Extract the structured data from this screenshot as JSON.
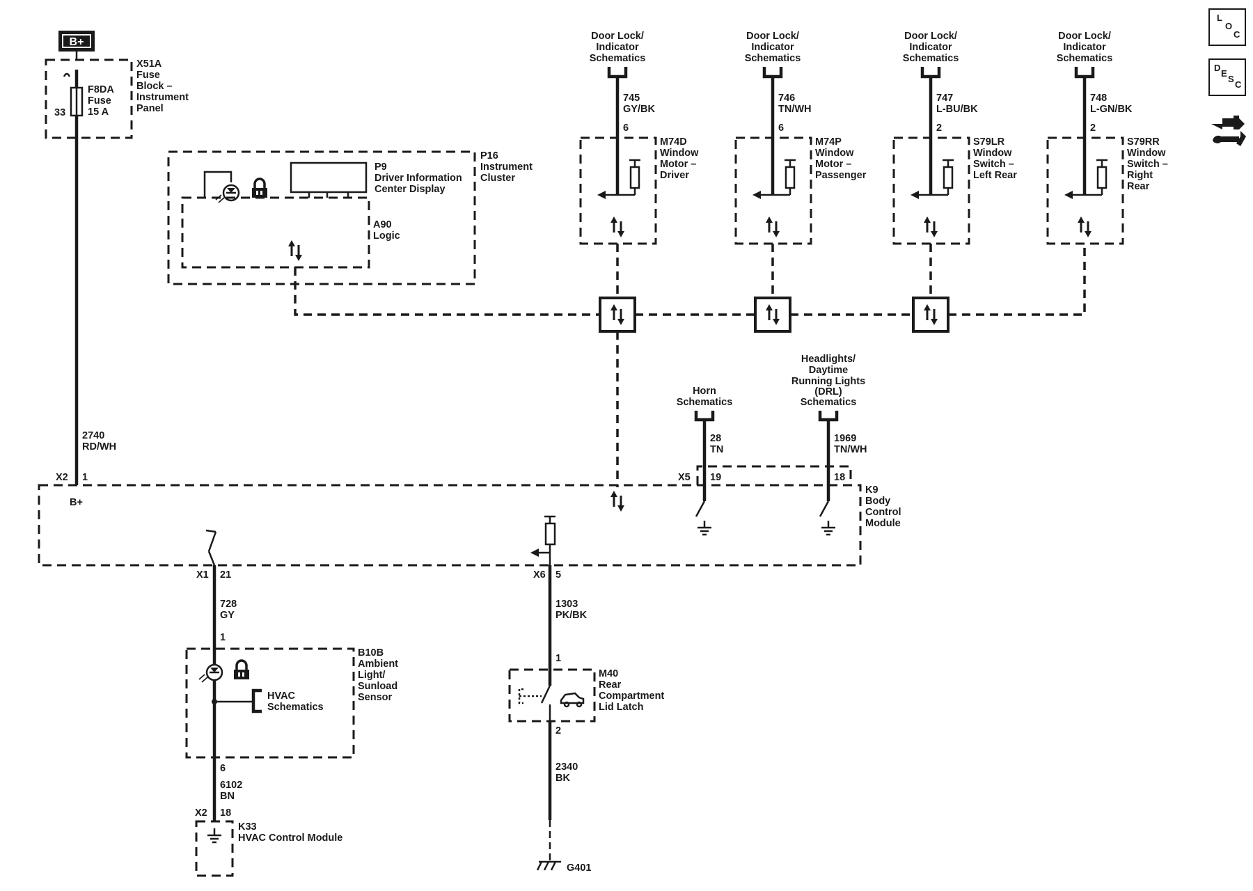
{
  "power": {
    "label": "B+"
  },
  "fuse_block": {
    "name": "X51A",
    "desc": [
      "Fuse",
      "Block –",
      "Instrument",
      "Panel"
    ],
    "fuse_id": "F8DA",
    "fuse_type": "Fuse",
    "fuse_rating": "15 A",
    "pin": "33"
  },
  "cluster": {
    "id": "P16",
    "desc": [
      "Instrument",
      "Cluster"
    ],
    "display_id": "P9",
    "display_desc": [
      "Driver Information",
      "Center Display"
    ],
    "logic_id": "A90",
    "logic_desc": "Logic"
  },
  "top_refs": [
    {
      "ref": [
        "Door Lock/",
        "Indicator",
        "Schematics"
      ],
      "circuit": "745",
      "color": "GY/BK",
      "pin": "6",
      "id": "M74D",
      "desc": [
        "Window",
        "Motor –",
        "Driver"
      ]
    },
    {
      "ref": [
        "Door Lock/",
        "Indicator",
        "Schematics"
      ],
      "circuit": "746",
      "color": "TN/WH",
      "pin": "6",
      "id": "M74P",
      "desc": [
        "Window",
        "Motor –",
        "Passenger"
      ]
    },
    {
      "ref": [
        "Door Lock/",
        "Indicator",
        "Schematics"
      ],
      "circuit": "747",
      "color": "L-BU/BK",
      "pin": "2",
      "id": "S79LR",
      "desc": [
        "Window",
        "Switch –",
        "Left Rear"
      ]
    },
    {
      "ref": [
        "Door Lock/",
        "Indicator",
        "Schematics"
      ],
      "circuit": "748",
      "color": "L-GN/BK",
      "pin": "2",
      "id": "S79RR",
      "desc": [
        "Window",
        "Switch –",
        "Right",
        "Rear"
      ]
    }
  ],
  "power_wire": {
    "circuit": "2740",
    "color": "RD/WH",
    "connector": "X2",
    "pin": "1",
    "label": "B+"
  },
  "horn": {
    "ref": [
      "Horn",
      "Schematics"
    ],
    "circuit": "28",
    "color": "TN",
    "connector": "X5",
    "pin": "19"
  },
  "drl": {
    "ref": [
      "Headlights/",
      "Daytime",
      "Running Lights",
      "(DRL)",
      "Schematics"
    ],
    "circuit": "1969",
    "color": "TN/WH",
    "pin": "18"
  },
  "bcm": {
    "id": "K9",
    "desc": [
      "Body",
      "Control",
      "Module"
    ]
  },
  "sensor_wire": {
    "connector": "X1",
    "pin": "21",
    "circuit": "728",
    "color": "GY"
  },
  "sensor": {
    "id": "B10B",
    "desc": [
      "Ambient",
      "Light/",
      "Sunload",
      "Sensor"
    ],
    "pin_in": "1",
    "pin_out": "6",
    "hvac_ref": [
      "HVAC",
      "Schematics"
    ]
  },
  "hvac_wire": {
    "circuit": "6102",
    "color": "BN",
    "connector": "X2",
    "pin": "18"
  },
  "hvac_module": {
    "id": "K33",
    "desc": "HVAC Control Module"
  },
  "latch_wire": {
    "connector": "X6",
    "pin": "5",
    "circuit": "1303",
    "color": "PK/BK"
  },
  "latch": {
    "id": "M40",
    "desc": [
      "Rear",
      "Compartment",
      "Lid Latch"
    ],
    "pin_in": "1",
    "pin_out": "2"
  },
  "ground_wire": {
    "circuit": "2340",
    "color": "BK",
    "ground": "G401"
  },
  "nav": {
    "loc": [
      "L",
      "O",
      "C"
    ],
    "desc": [
      "D",
      "E",
      "S",
      "C"
    ]
  }
}
